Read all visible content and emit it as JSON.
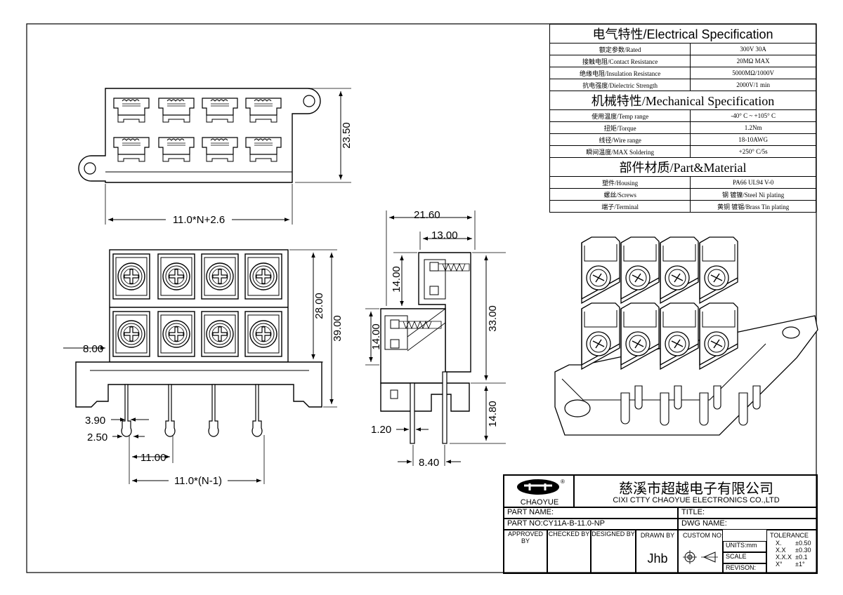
{
  "spec": {
    "electrical_title": "电气特性/Electrical Specification",
    "electrical_rows": [
      {
        "label": "额定参数/Rated",
        "value": "300V  30A"
      },
      {
        "label": "接触电阻/Contact Resistance",
        "value": "20MΩ MAX"
      },
      {
        "label": "绝缘电阻/Insulation Resistance",
        "value": "5000MΩ/1000V"
      },
      {
        "label": "抗电强度/Dielectric Strength",
        "value": "2000V/1 min"
      }
    ],
    "mechanical_title": "机械特性/Mechanical Specification",
    "mechanical_rows": [
      {
        "label": "使用温度/Temp range",
        "value": "-40° C ~ +105° C"
      },
      {
        "label": "扭矩/Torque",
        "value": "1.2Nm"
      },
      {
        "label": "线径/Wire range",
        "value": "18-10AWG"
      },
      {
        "label": "瞬间温度/MAX Soldering",
        "value": "+250° C/5s"
      }
    ],
    "material_title": "部件材质/Part&Material",
    "material_rows": [
      {
        "label": "塑件/Housing",
        "value": "PA66 UL94 V-0"
      },
      {
        "label": "螺丝/Screws",
        "value": "钢 镀镍/Steel Ni plating"
      },
      {
        "label": "端子/Terminal",
        "value": "黄铜 镀锡/Brass Tin  plating"
      }
    ]
  },
  "dims": {
    "top_height": "23.50",
    "top_width": "11.0*N+2.6",
    "front_28": "28.00",
    "front_39": "39.00",
    "front_8": "8.00",
    "pin_390": "3.90",
    "pin_250": "2.50",
    "pitch": "11.00",
    "pitch_total": "11.0*(N-1)",
    "side_2160": "21.60",
    "side_1300": "13.00",
    "side_1400a": "14.00",
    "side_1400b": "14.00",
    "side_3300": "33.00",
    "side_1480": "14.80",
    "side_120": "1.20",
    "side_840": "8.40"
  },
  "title_block": {
    "logo_text": "CHAOYUE",
    "company_cn": "慈溪市超越电子有限公司",
    "company_en": "CIXI CTTY CHAOYUE ELECTRONICS CO.,LTD",
    "part_name": "PART NAME:",
    "title": "TITLE:",
    "part_no": "PART NO:CY11A-B-11.0-NP",
    "dwg_name": "DWG NAME:",
    "approved_by": "APPROVED BY",
    "checked_by": "CHECKED BY",
    "designed_by": "DESIGNED BY",
    "drawn_by": "DRAWN BY",
    "drawn_by_value": "Jhb",
    "custom_no": "CUSTOM NO:",
    "units": "UNITS:mm",
    "scale": "SCALE",
    "revision": "REVISON:",
    "tolerance": "TOLERANCE",
    "tol_rows": [
      {
        "k": "X.",
        "v": "±0.50"
      },
      {
        "k": "X.X",
        "v": "±0.30"
      },
      {
        "k": "X.X.X",
        "v": "±0.1"
      },
      {
        "k": "X°",
        "v": "±1°"
      }
    ]
  }
}
